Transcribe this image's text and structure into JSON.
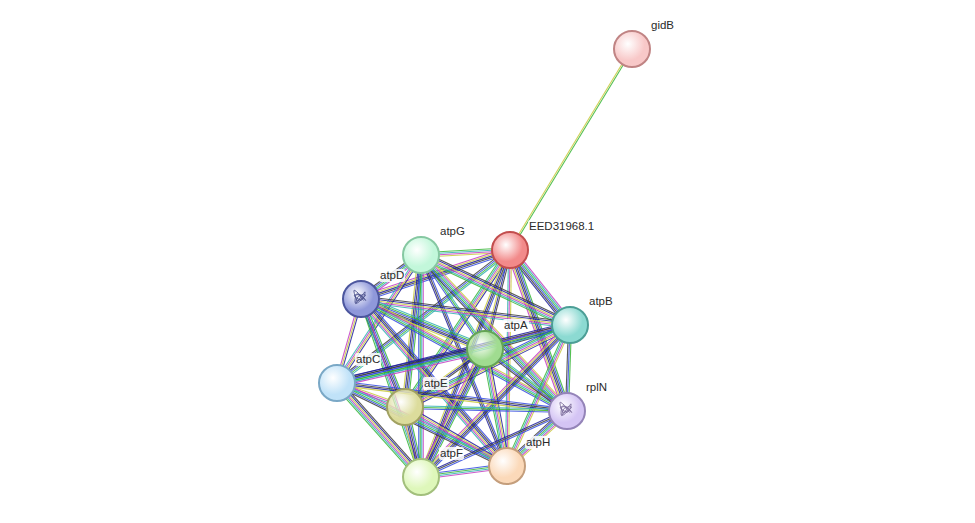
{
  "diagram": {
    "nodes": [
      {
        "text": [
          "gidB"
        ]
      },
      {
        "text": [
          "EED31968.1"
        ]
      },
      {
        "text": [
          "atpG"
        ]
      },
      {
        "text": [
          "atpD"
        ]
      },
      {
        "text": [
          "atpB"
        ]
      },
      {
        "text": [
          "atpA"
        ]
      },
      {
        "text": [
          "atpC"
        ]
      },
      {
        "text": [
          "atpE"
        ]
      },
      {
        "text": [
          "rplN"
        ]
      },
      {
        "text": [
          "atpH"
        ]
      },
      {
        "text": [
          "atpF"
        ]
      }
    ],
    "edges": [
      {
        "from": 0,
        "to": 1,
        "arrow": "none"
      },
      {
        "from": 1,
        "to": 2,
        "arrow": "none"
      },
      {
        "from": 1,
        "to": 3,
        "arrow": "none"
      },
      {
        "from": 1,
        "to": 4,
        "arrow": "none"
      },
      {
        "from": 1,
        "to": 5,
        "arrow": "none"
      },
      {
        "from": 1,
        "to": 6,
        "arrow": "none"
      },
      {
        "from": 1,
        "to": 7,
        "arrow": "none"
      },
      {
        "from": 1,
        "to": 8,
        "arrow": "none"
      },
      {
        "from": 1,
        "to": 9,
        "arrow": "none"
      },
      {
        "from": 1,
        "to": 10,
        "arrow": "none"
      },
      {
        "from": 2,
        "to": 3,
        "arrow": "none"
      },
      {
        "from": 2,
        "to": 4,
        "arrow": "none"
      },
      {
        "from": 2,
        "to": 5,
        "arrow": "none"
      },
      {
        "from": 2,
        "to": 6,
        "arrow": "none"
      },
      {
        "from": 2,
        "to": 7,
        "arrow": "none"
      },
      {
        "from": 2,
        "to": 8,
        "arrow": "none"
      },
      {
        "from": 2,
        "to": 9,
        "arrow": "none"
      },
      {
        "from": 2,
        "to": 10,
        "arrow": "none"
      },
      {
        "from": 3,
        "to": 4,
        "arrow": "none"
      },
      {
        "from": 3,
        "to": 5,
        "arrow": "none"
      },
      {
        "from": 3,
        "to": 6,
        "arrow": "none"
      },
      {
        "from": 3,
        "to": 7,
        "arrow": "none"
      },
      {
        "from": 3,
        "to": 8,
        "arrow": "none"
      },
      {
        "from": 3,
        "to": 9,
        "arrow": "none"
      },
      {
        "from": 3,
        "to": 10,
        "arrow": "none"
      },
      {
        "from": 4,
        "to": 5,
        "arrow": "none"
      },
      {
        "from": 4,
        "to": 6,
        "arrow": "none"
      },
      {
        "from": 4,
        "to": 7,
        "arrow": "none"
      },
      {
        "from": 4,
        "to": 8,
        "arrow": "none"
      },
      {
        "from": 4,
        "to": 9,
        "arrow": "none"
      },
      {
        "from": 4,
        "to": 10,
        "arrow": "none"
      },
      {
        "from": 5,
        "to": 6,
        "arrow": "none"
      },
      {
        "from": 5,
        "to": 7,
        "arrow": "none"
      },
      {
        "from": 5,
        "to": 8,
        "arrow": "none"
      },
      {
        "from": 5,
        "to": 9,
        "arrow": "none"
      },
      {
        "from": 5,
        "to": 10,
        "arrow": "none"
      },
      {
        "from": 6,
        "to": 7,
        "arrow": "none"
      },
      {
        "from": 6,
        "to": 8,
        "arrow": "none"
      },
      {
        "from": 6,
        "to": 9,
        "arrow": "none"
      },
      {
        "from": 6,
        "to": 10,
        "arrow": "none"
      },
      {
        "from": 7,
        "to": 8,
        "arrow": "none"
      },
      {
        "from": 7,
        "to": 9,
        "arrow": "none"
      },
      {
        "from": 7,
        "to": 10,
        "arrow": "none"
      },
      {
        "from": 8,
        "to": 9,
        "arrow": "none"
      },
      {
        "from": 8,
        "to": 10,
        "arrow": "none"
      },
      {
        "from": 9,
        "to": 10,
        "arrow": "none"
      }
    ]
  }
}
